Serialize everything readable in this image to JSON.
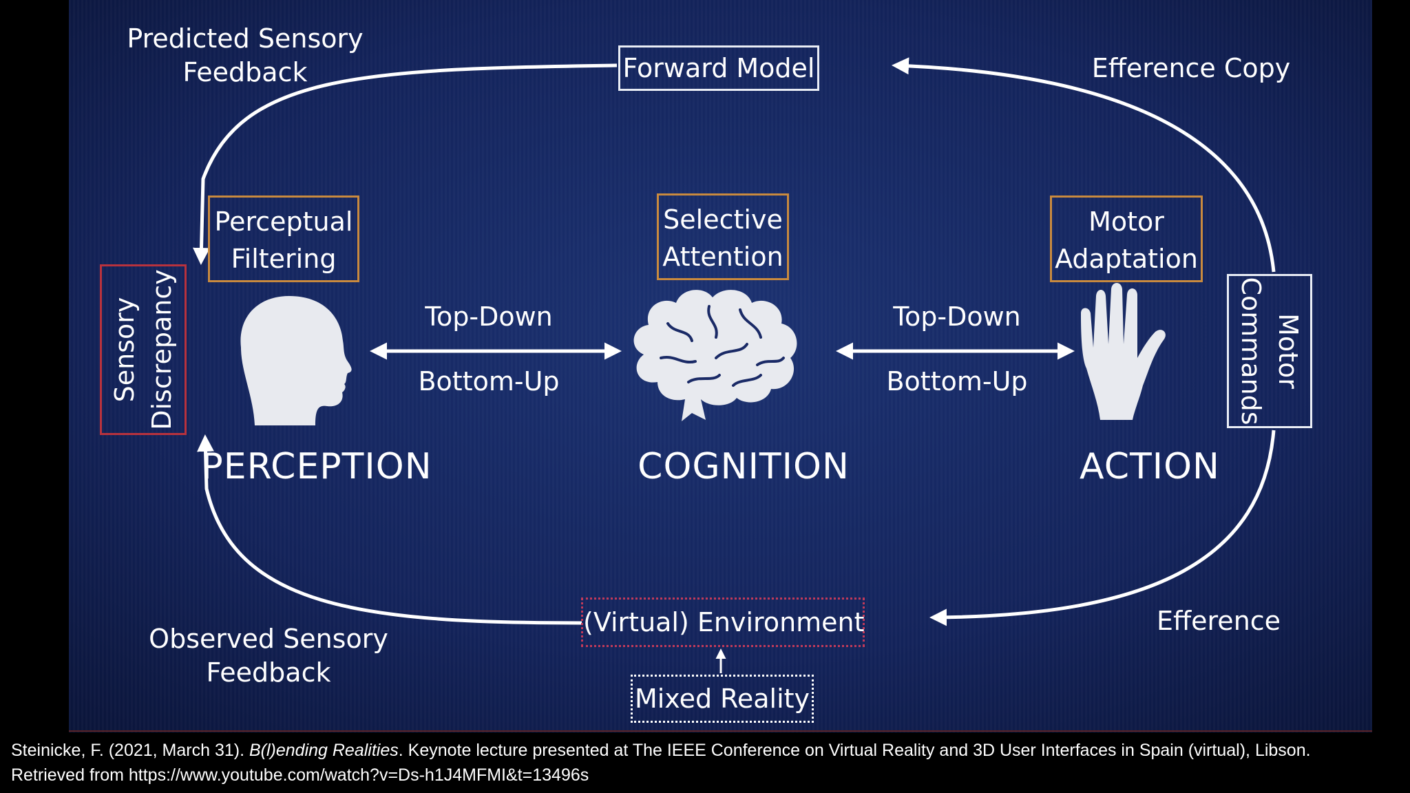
{
  "diagram": {
    "forward_model": "Forward Model",
    "predicted_feedback": [
      "Predicted Sensory",
      "Feedback"
    ],
    "efference_copy": "Efference Copy",
    "sensory_discrepancy": [
      "Sensory",
      "Discrepancy"
    ],
    "motor_commands": [
      "Motor",
      "Commands"
    ],
    "perceptual_filtering": [
      "Perceptual",
      "Filtering"
    ],
    "selective_attention": [
      "Selective",
      "Attention"
    ],
    "motor_adaptation": [
      "Motor",
      "Adaptation"
    ],
    "left_arrow_labels": {
      "top": "Top-Down",
      "bottom": "Bottom-Up"
    },
    "right_arrow_labels": {
      "top": "Top-Down",
      "bottom": "Bottom-Up"
    },
    "perception": "PERCEPTION",
    "cognition": "COGNITION",
    "action": "ACTION",
    "virtual_environment": "(Virtual) Environment",
    "efference": "Efference",
    "observed_feedback": [
      "Observed Sensory",
      "Feedback"
    ],
    "mixed_reality": "Mixed Reality",
    "icons": [
      "head-silhouette-icon",
      "brain-icon",
      "hand-icon"
    ],
    "colors": {
      "background": "#13235a",
      "orange_border": "#c98a3e",
      "red_border": "#b8323d",
      "dotted_red": "#c23a5a",
      "arrow": "#ffffff"
    }
  },
  "citation": {
    "author_date": "Steinicke, F. (2021, March 31). ",
    "title": "B(l)ending Realities",
    "rest": ". Keynote lecture presented at The IEEE Conference on Virtual Reality and 3D User Interfaces in Spain (virtual), Libson.",
    "retrieved": "Retrieved from https://www.youtube.com/watch?v=Ds-h1J4MFMI&t=13496s"
  }
}
